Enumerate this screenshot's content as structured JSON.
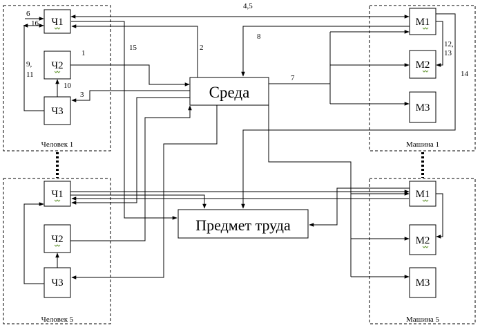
{
  "groups": {
    "human1": "Человек 1",
    "machine1": "Машина 1",
    "human5": "Человек 5",
    "machine5": "Машина 5"
  },
  "blocks": {
    "h1_ch1": "Ч1",
    "h1_ch2": "Ч2",
    "h1_ch3": "Ч3",
    "m1_m1": "М1",
    "m1_m2": "М2",
    "m1_m3": "М3",
    "h5_ch1": "Ч1",
    "h5_ch2": "Ч2",
    "h5_ch3": "Ч3",
    "m5_m1": "М1",
    "m5_m2": "М2",
    "m5_m3": "М3",
    "environment": "Среда",
    "labor_object": "Предмет труда"
  },
  "link_labels": {
    "l1": "1",
    "l2": "2",
    "l3": "3",
    "l45": "4,5",
    "l6": "6",
    "l7": "7",
    "l8": "8",
    "l9": "9,",
    "l11": "11",
    "l10": "10",
    "l12": "12,",
    "l13": "13",
    "l14": "14",
    "l15": "15",
    "l16": "16"
  }
}
